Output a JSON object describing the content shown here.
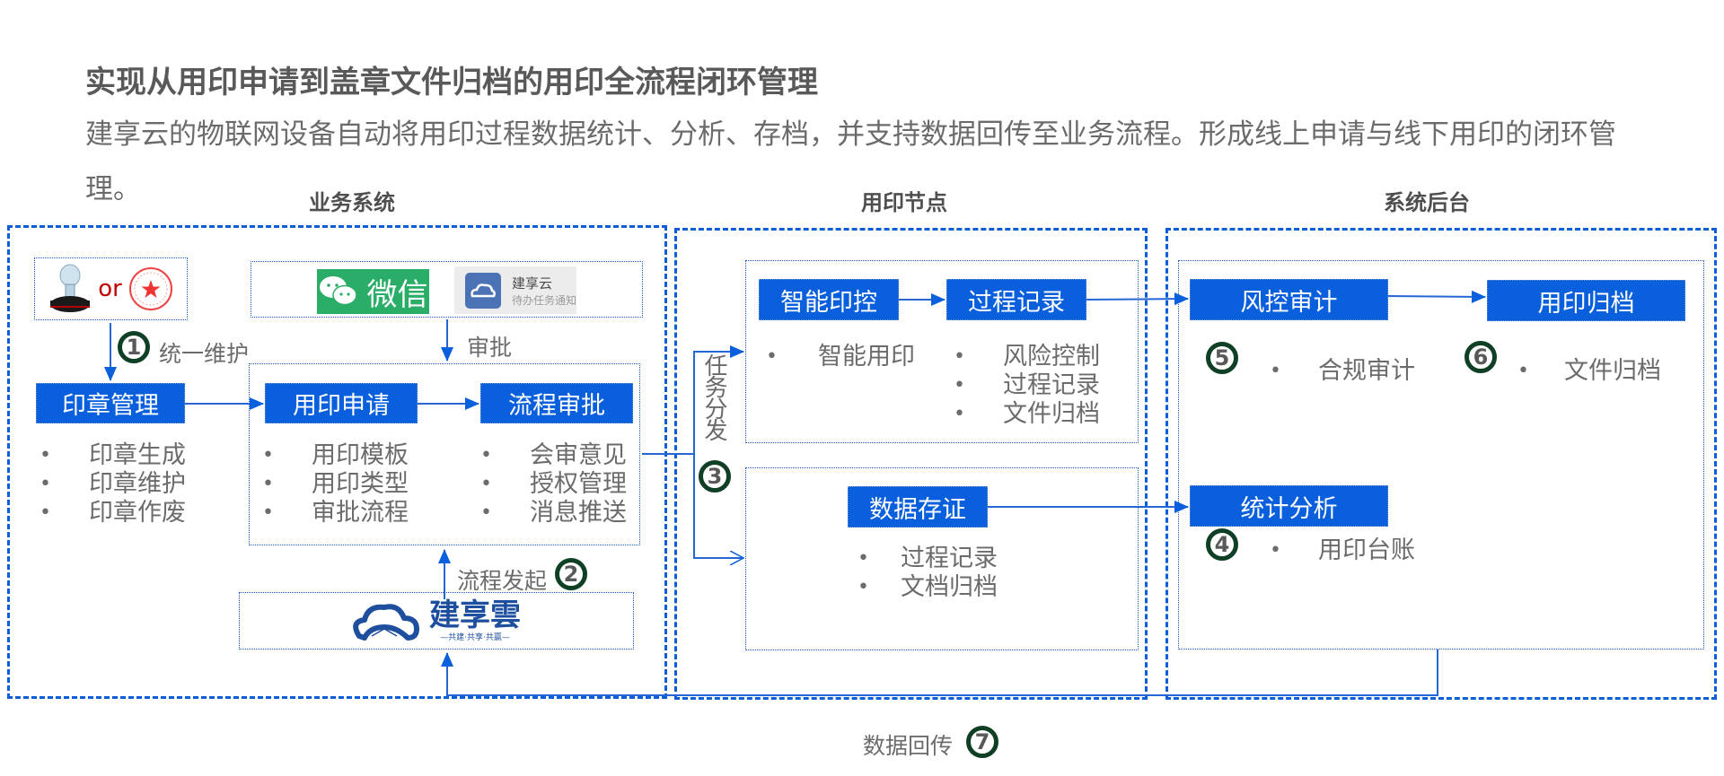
{
  "header": {
    "title": "实现从用印申请到盖章文件归档的用印全流程闭环管理",
    "subtitle": "建享云的物联网设备自动将用印过程数据统计、分析、存档，并支持数据回传至业务流程。形成线上申请与线下用印的闭环管理。"
  },
  "colors": {
    "accent_blue": "#0a5fdc",
    "badge_ring": "#0f3f24",
    "text_gray": "#6b6b6b",
    "wechat_green": "#2aae67"
  },
  "sections": {
    "business": {
      "title": "业务系统"
    },
    "seal_node": {
      "title": "用印节点"
    },
    "backend": {
      "title": "系统后台"
    }
  },
  "business": {
    "stamp": {
      "icon": "seal-stamp-icon",
      "or_label": "or",
      "seal_icon": "red-seal-icon"
    },
    "notify": {
      "wechat_label": "微信",
      "wechat_icon": "wechat-icon",
      "app_name": "建享云",
      "app_sub": "待办任务通知",
      "app_icon": "cloud-icon"
    },
    "seal_mgmt": {
      "label": "印章管理",
      "items": [
        "印章生成",
        "印章维护",
        "印章作废"
      ]
    },
    "seal_apply": {
      "label": "用印申请",
      "items": [
        "用印模板",
        "用印类型",
        "审批流程"
      ]
    },
    "flow_approve": {
      "label": "流程审批",
      "items": [
        "会审意见",
        "授权管理",
        "消息推送"
      ]
    },
    "step1_label": "统一维护",
    "approve_label": "审批",
    "step2_label": "流程发起",
    "brand": {
      "name": "建享雲",
      "tagline": "—共建·共享·共赢—",
      "icon": "cloud-logo-icon"
    }
  },
  "seal_node": {
    "dispatch_label": "任务分发",
    "smart_control": {
      "label": "智能印控",
      "items": [
        "智能用印"
      ]
    },
    "process_record": {
      "label": "过程记录",
      "items": [
        "风险控制",
        "过程记录",
        "文件归档"
      ]
    },
    "data_evidence": {
      "label": "数据存证",
      "items": [
        "过程记录",
        "文档归档"
      ]
    }
  },
  "backend": {
    "risk_audit": {
      "label": "风控审计",
      "items": [
        "合规审计"
      ]
    },
    "seal_archive": {
      "label": "用印归档",
      "items": [
        "文件归档"
      ]
    },
    "stats": {
      "label": "统计分析",
      "items": [
        "用印台账"
      ]
    }
  },
  "footer": {
    "return_label": "数据回传"
  },
  "badges": [
    "1",
    "2",
    "3",
    "4",
    "5",
    "6",
    "7"
  ]
}
